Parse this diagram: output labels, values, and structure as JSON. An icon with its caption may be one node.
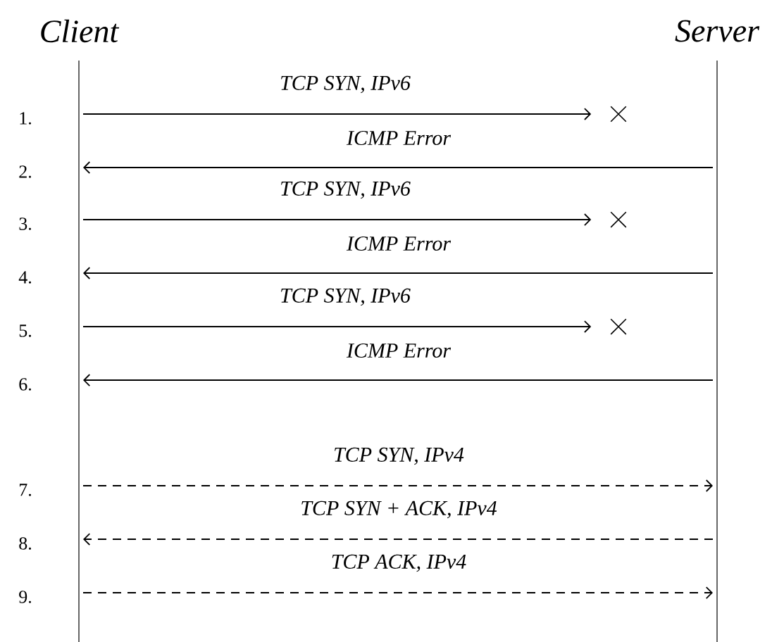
{
  "diagram": {
    "nodes": [
      {
        "text": [
          "Client"
        ]
      },
      {
        "text": [
          "Server"
        ]
      },
      {
        "text": [],
        "shape": "cross"
      },
      {
        "text": [],
        "shape": "cross"
      },
      {
        "text": [],
        "shape": "cross"
      }
    ],
    "edges": [
      {
        "from": 0,
        "to": 2,
        "arrow": "to",
        "label": "TCP SYN,  IPv6"
      },
      {
        "from": 1,
        "to": 0,
        "arrow": "to",
        "label": "ICMP Error"
      },
      {
        "from": 0,
        "to": 3,
        "arrow": "to",
        "label": "TCP SYN,  IPv6"
      },
      {
        "from": 1,
        "to": 0,
        "arrow": "to",
        "label": "ICMP Error"
      },
      {
        "from": 0,
        "to": 4,
        "arrow": "to",
        "label": "TCP SYN,  IPv6"
      },
      {
        "from": 1,
        "to": 0,
        "arrow": "to",
        "label": "ICMP Error"
      },
      {
        "from": 0,
        "to": 1,
        "arrow": "to",
        "label": "TCP SYN,  IPv4",
        "style": "dashed"
      },
      {
        "from": 1,
        "to": 0,
        "arrow": "to",
        "label": "TCP SYN + ACK,  IPv4",
        "style": "dashed"
      },
      {
        "from": 0,
        "to": 1,
        "arrow": "to",
        "label": "TCP ACK,  IPv4",
        "style": "dashed"
      }
    ],
    "labels": [
      "1.",
      "2.",
      "3.",
      "4.",
      "5.",
      "6.",
      "7.",
      "8.",
      "9."
    ]
  }
}
